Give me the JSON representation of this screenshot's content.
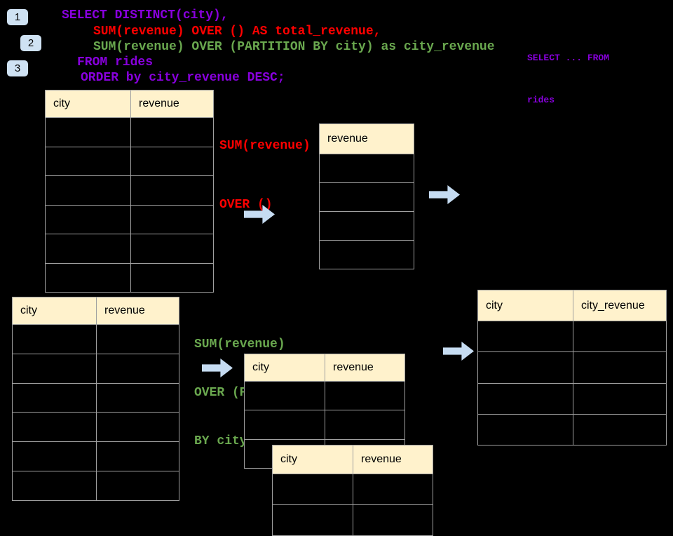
{
  "badges": {
    "step1": "1",
    "step2": "2",
    "step3": "3"
  },
  "sql": {
    "line1": "SELECT DISTINCT(city),",
    "line2": "SUM(revenue) OVER () AS total_revenue,",
    "line3": "SUM(revenue) OVER (PARTITION BY city) as city_revenue",
    "line4": "FROM rides",
    "line5": "ORDER by city_revenue DESC;"
  },
  "side_note": {
    "line1": "SELECT ... FROM",
    "line2": "rides"
  },
  "label_total": {
    "line1": "SUM(revenue)",
    "line2": "OVER ()"
  },
  "label_partition": {
    "line1": "SUM(revenue)",
    "line2": "OVER (PARTITION",
    "line3": "BY city)"
  },
  "tables": {
    "source_top": {
      "headers": [
        "city",
        "revenue"
      ],
      "body_rows": 6
    },
    "total_revenue": {
      "headers": [
        "revenue"
      ],
      "body_rows": 4
    },
    "source_bottom": {
      "headers": [
        "city",
        "revenue"
      ],
      "body_rows": 6
    },
    "partition_back": {
      "headers": [
        "city",
        "revenue"
      ],
      "body_rows": 3
    },
    "partition_front": {
      "headers": [
        "city",
        "revenue"
      ],
      "body_rows": 2
    },
    "result": {
      "headers": [
        "city",
        "city_revenue"
      ],
      "body_rows": 4
    }
  },
  "colors": {
    "purple": "#8800dd",
    "red": "#ff0000",
    "green": "#6aa84f",
    "arrow_blue": "#c6dcf2",
    "badge_bg": "#cfe2f3",
    "header_bg": "#fff2cc",
    "border_gray": "#a0a0a0"
  }
}
